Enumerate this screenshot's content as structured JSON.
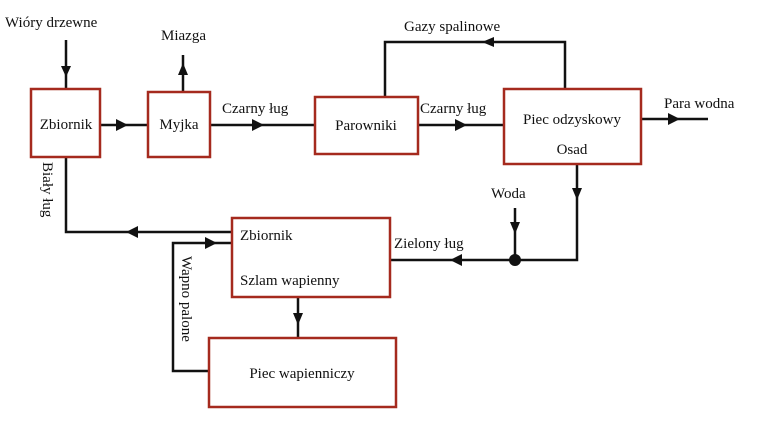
{
  "nodes": {
    "tank": "Zbiornik",
    "washer": "Myjka",
    "evaporators": "Parowniki",
    "recovery_top": "Piec odzyskowy",
    "recovery_bottom": "Osad",
    "tank2_top": "Zbiornik",
    "tank2_bottom": "Szlam wapienny",
    "lime_kiln": "Piec wapienniczy"
  },
  "labels": {
    "wood_chips": "Wióry drzewne",
    "pulp": "Miazga",
    "black_liquor_1": "Czarny ług",
    "black_liquor_2": "Czarny ług",
    "flue_gas": "Gazy spalinowe",
    "steam": "Para wodna",
    "water": "Woda",
    "green_liquor": "Zielony ług",
    "white_liquor": "Biały ług",
    "burnt_lime": "Wapno palone"
  },
  "colors": {
    "box_border": "#a52a1e",
    "line": "#111111"
  }
}
